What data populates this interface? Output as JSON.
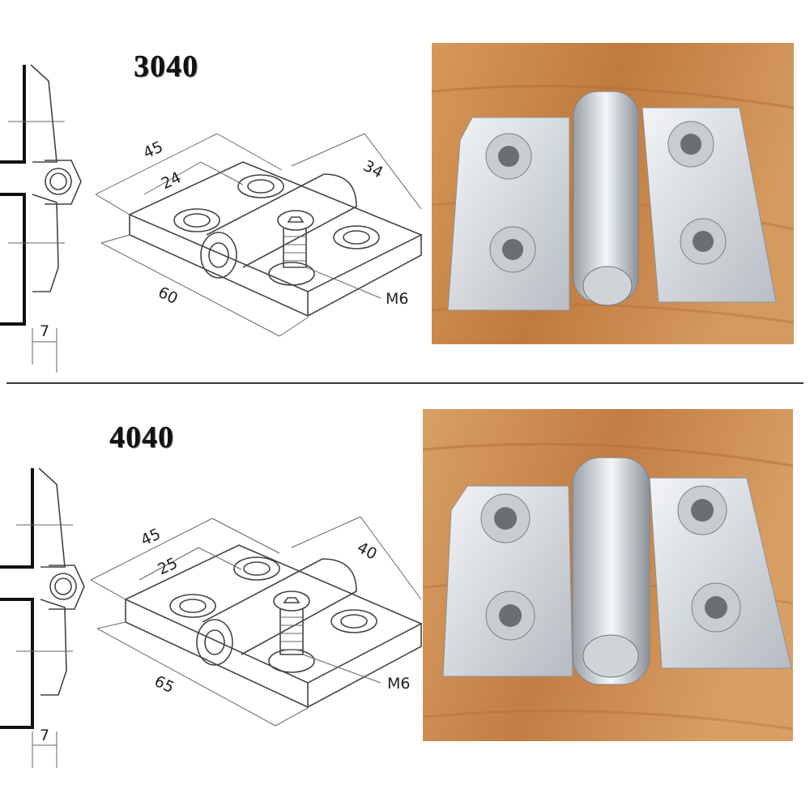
{
  "models": [
    {
      "title": "3040",
      "dims": {
        "length": "45",
        "inner": "24",
        "depth": "34",
        "width": "60",
        "screw": "M6",
        "offset": "7"
      }
    },
    {
      "title": "4040",
      "dims": {
        "length": "45",
        "inner": "25",
        "depth": "40",
        "width": "65",
        "screw": "M6",
        "offset": "7"
      }
    }
  ],
  "colors": {
    "wood": "#c98a4e",
    "metal": "#d9dde2",
    "line": "#444444"
  }
}
